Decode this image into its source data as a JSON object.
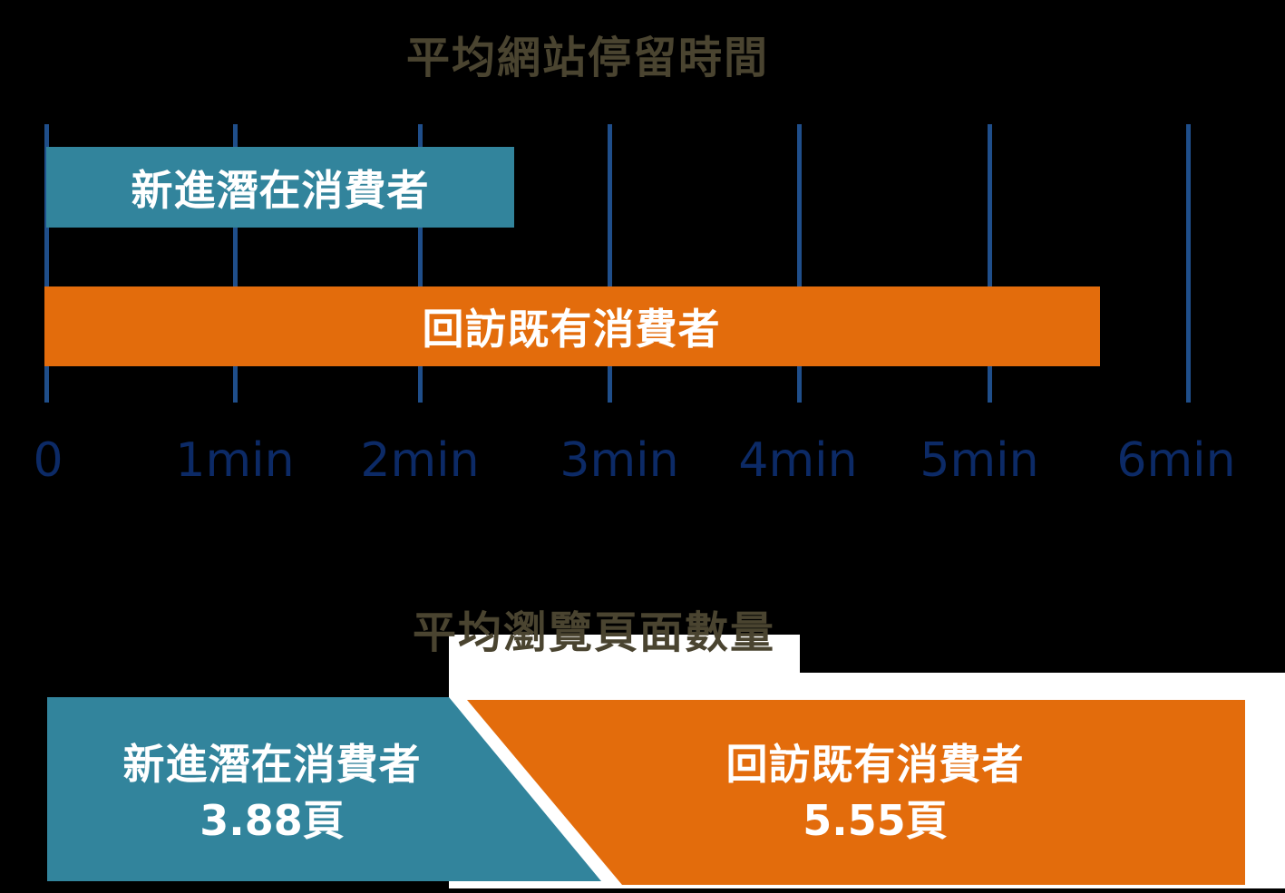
{
  "colors": {
    "background": "#000000",
    "title": "#4a4430",
    "gridline": "#1f4e8a",
    "tick_label": "#0c2a66",
    "new_prospects": "#32849c",
    "returning": "#e36c0c",
    "bar_text": "#ffffff",
    "white_block": "#ffffff"
  },
  "chart_data": [
    {
      "type": "bar",
      "orientation": "horizontal",
      "title": "平均網站停留時間",
      "categories": [
        "新進潛在消費者",
        "回訪既有消費者"
      ],
      "values": [
        2.46,
        5.54
      ],
      "unit": "min",
      "xlabel": "",
      "ylabel": "",
      "xlim": [
        0,
        6
      ],
      "tick_labels": [
        "0",
        "1min",
        "2min",
        "3min",
        "4min",
        "5min",
        "6min"
      ],
      "grid": true,
      "legend": false
    },
    {
      "type": "bar",
      "orientation": "horizontal",
      "subtype": "proportional-split",
      "title": "平均瀏覽頁面數量",
      "categories": [
        "新進潛在消費者",
        "回訪既有消費者"
      ],
      "values": [
        3.88,
        5.55
      ],
      "value_labels": [
        "3.88頁",
        "5.55頁"
      ],
      "unit": "頁",
      "grid": false,
      "legend": false
    }
  ],
  "chart1": {
    "title": "平均網站停留時間",
    "bars": [
      {
        "label": "新進潛在消費者",
        "value": 2.46
      },
      {
        "label": "回訪既有消費者",
        "value": 5.54
      }
    ],
    "ticks": [
      "0",
      "1min",
      "2min",
      "3min",
      "4min",
      "5min",
      "6min"
    ]
  },
  "chart2": {
    "title": "平均瀏覽頁面數量",
    "segments": [
      {
        "label": "新進潛在消費者",
        "value_label": "3.88頁"
      },
      {
        "label": "回訪既有消費者",
        "value_label": "5.55頁"
      }
    ]
  }
}
